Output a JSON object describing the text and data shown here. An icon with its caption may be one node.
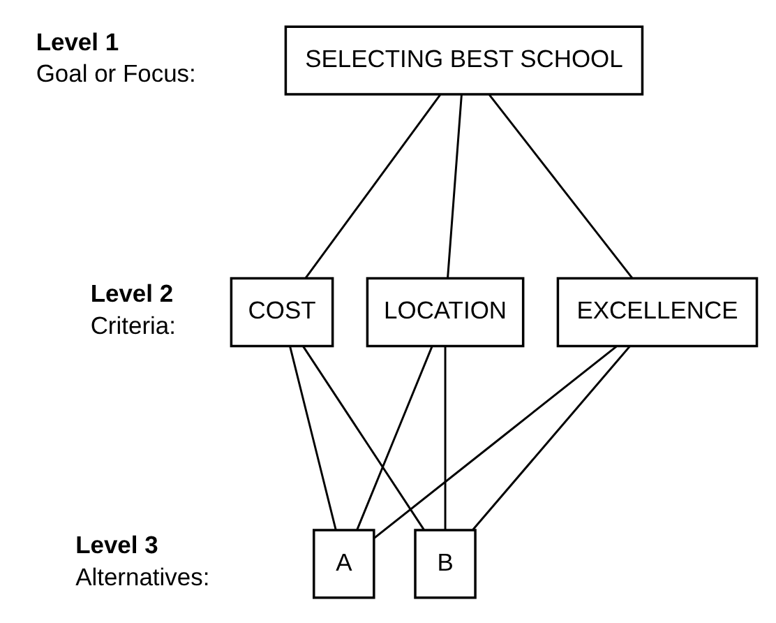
{
  "diagram": {
    "nodes": [
      {
        "text": [
          "SELECTING BEST SCHOOL"
        ]
      },
      {
        "text": [
          "EXCELLENCE"
        ]
      },
      {
        "text": [
          "COST"
        ]
      },
      {
        "text": [
          "LOCATION"
        ]
      },
      {
        "text": [
          "A"
        ]
      },
      {
        "text": [
          "B"
        ]
      }
    ],
    "edges": [
      {
        "from": 0,
        "to": 1,
        "arrow": "none"
      },
      {
        "from": 0,
        "to": 2,
        "arrow": "none"
      },
      {
        "from": 0,
        "to": 3,
        "arrow": "none"
      },
      {
        "from": 1,
        "to": 4,
        "arrow": "none"
      },
      {
        "from": 1,
        "to": 5,
        "arrow": "none"
      },
      {
        "from": 2,
        "to": 4,
        "arrow": "none"
      },
      {
        "from": 2,
        "to": 5,
        "arrow": "none"
      },
      {
        "from": 3,
        "to": 4,
        "arrow": "none"
      },
      {
        "from": 3,
        "to": 5,
        "arrow": "none"
      }
    ],
    "labels": [
      "Level 1",
      "Goal or Focus:",
      "Level 2",
      "Criteria:",
      "Level 3",
      "Alternatives:"
    ]
  }
}
